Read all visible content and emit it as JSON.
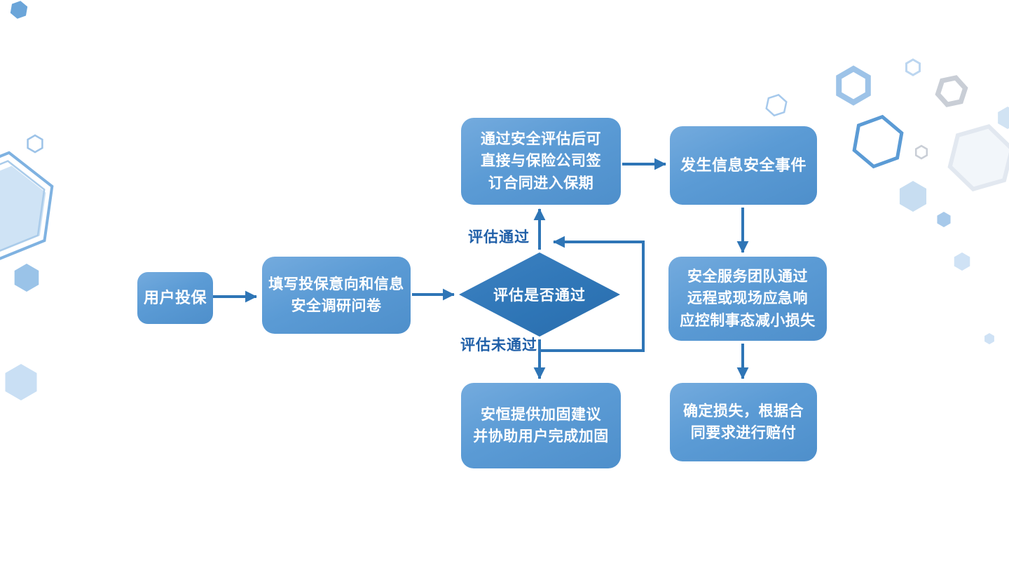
{
  "colors": {
    "box_fill": "#5B9BD5",
    "box_fill_light": "#74ABDE",
    "diamond_fill": "#2E75B6",
    "arrow": "#2E75B6",
    "edge_label_text": "#1F5FA8",
    "box_text": "#FFFFFF",
    "decor_blue_light": "#BDD7EE",
    "decor_blue_mid": "#9DC3E8",
    "decor_gray": "#C9CED6",
    "background": "#FFFFFF"
  },
  "flowchart": {
    "nodes": {
      "start": {
        "label": "用户投保"
      },
      "questionnaire": {
        "label": "填写投保意向和信息\n安全调研问卷"
      },
      "decision": {
        "label": "评估是否通过"
      },
      "pass_contract": {
        "label": "通过安全评估后可\n直接与保险公司签\n订合同进入保期"
      },
      "incident": {
        "label": "发生信息安全事件"
      },
      "response": {
        "label": "安全服务团队通过\n远程或现场应急响\n应控制事态减小损失"
      },
      "compensation": {
        "label": "确定损失，根据合\n同要求进行赔付"
      },
      "reinforce": {
        "label": "安恒提供加固建议\n并协助用户完成加固"
      }
    },
    "edge_labels": {
      "pass": "评估通过",
      "fail": "评估未通过"
    }
  }
}
